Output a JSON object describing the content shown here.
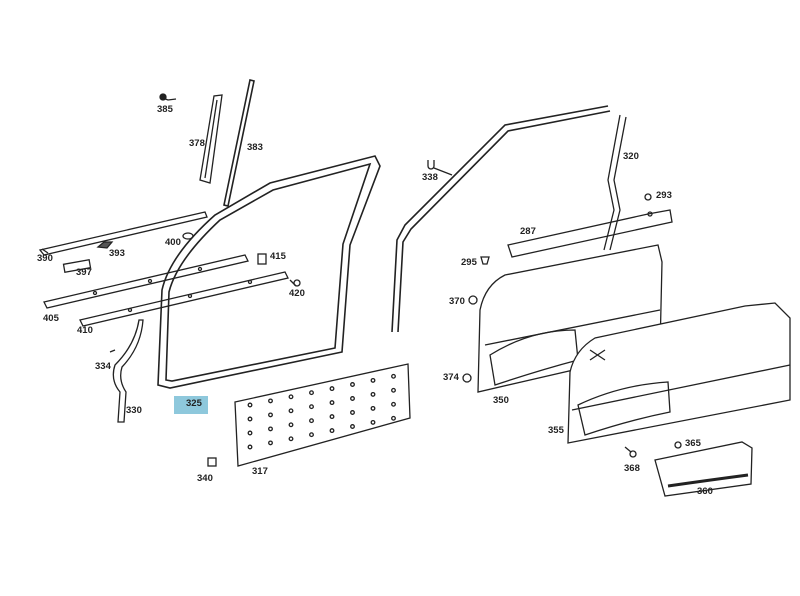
{
  "diagram": {
    "highlight_color": "#8ec8dc",
    "selected_part": "325",
    "labels": {
      "p385": "385",
      "p378": "378",
      "p383": "383",
      "p390": "390",
      "p393": "393",
      "p397": "397",
      "p400": "400",
      "p405": "405",
      "p410": "410",
      "p415": "415",
      "p420": "420",
      "p334": "334",
      "p330": "330",
      "p325": "325",
      "p317": "317",
      "p340": "340",
      "p338": "338",
      "p320": "320",
      "p293": "293",
      "p287": "287",
      "p295": "295",
      "p370": "370",
      "p374": "374",
      "p350": "350",
      "p355": "355",
      "p368": "368",
      "p365": "365",
      "p360": "360"
    }
  }
}
